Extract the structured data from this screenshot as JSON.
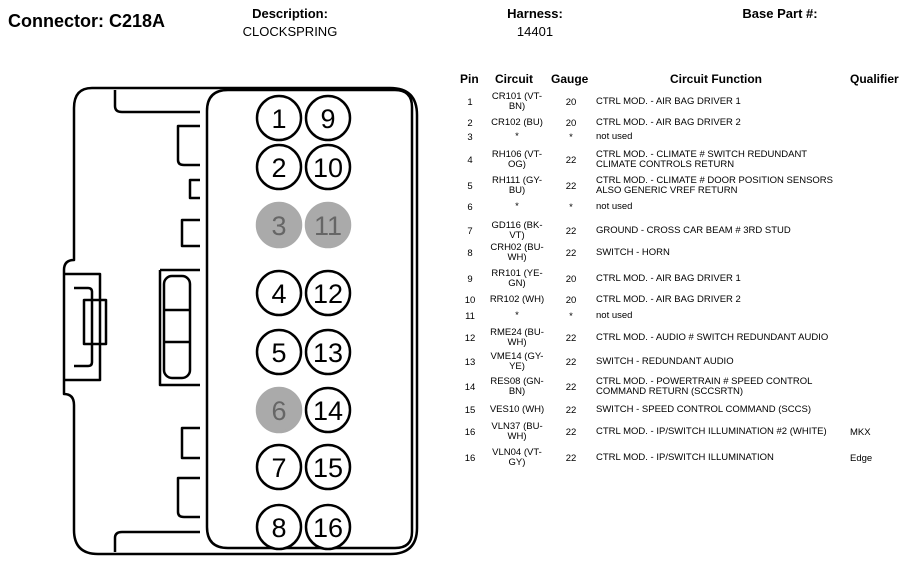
{
  "connector": {
    "title": "Connector: C218A"
  },
  "header": {
    "description_label": "Description:",
    "description_value": "CLOCKSPRING",
    "harness_label": "Harness:",
    "harness_value": "14401",
    "base_part_label": "Base Part #:",
    "base_part_value": ""
  },
  "table": {
    "headers": {
      "pin": "Pin",
      "circuit": "Circuit",
      "gauge": "Gauge",
      "function": "Circuit Function",
      "qualifier": "Qualifier"
    },
    "rows": [
      {
        "pin": "1",
        "circuit": "CR101 (VT-BN)",
        "gauge": "20",
        "function": "CTRL MOD. - AIR BAG DRIVER 1",
        "qualifier": ""
      },
      {
        "pin": "2",
        "circuit": "CR102 (BU)",
        "gauge": "20",
        "function": "CTRL MOD. - AIR BAG DRIVER 2",
        "qualifier": ""
      },
      {
        "pin": "3",
        "circuit": "*",
        "gauge": "*",
        "function": "not used",
        "qualifier": ""
      },
      {
        "pin": "4",
        "circuit": "RH106 (VT-OG)",
        "gauge": "22",
        "function": "CTRL MOD. - CLIMATE # SWITCH REDUNDANT CLIMATE CONTROLS RETURN",
        "qualifier": ""
      },
      {
        "pin": "5",
        "circuit": "RH111 (GY-BU)",
        "gauge": "22",
        "function": "CTRL MOD. - CLIMATE # DOOR POSITION SENSORS ALSO GENERIC VREF RETURN",
        "qualifier": ""
      },
      {
        "pin": "6",
        "circuit": "*",
        "gauge": "*",
        "function": "not used",
        "qualifier": ""
      },
      {
        "pin": "7",
        "circuit": "GD116 (BK-VT)",
        "gauge": "22",
        "function": "GROUND - CROSS CAR BEAM # 3RD STUD",
        "qualifier": ""
      },
      {
        "pin": "8",
        "circuit": "CRH02 (BU-WH)",
        "gauge": "22",
        "function": "SWITCH - HORN",
        "qualifier": ""
      },
      {
        "pin": "9",
        "circuit": "RR101 (YE-GN)",
        "gauge": "20",
        "function": "CTRL MOD. - AIR BAG DRIVER 1",
        "qualifier": ""
      },
      {
        "pin": "10",
        "circuit": "RR102 (WH)",
        "gauge": "20",
        "function": "CTRL MOD. - AIR BAG DRIVER 2",
        "qualifier": ""
      },
      {
        "pin": "11",
        "circuit": "*",
        "gauge": "*",
        "function": "not used",
        "qualifier": ""
      },
      {
        "pin": "12",
        "circuit": "RME24 (BU-WH)",
        "gauge": "22",
        "function": "CTRL MOD. - AUDIO # SWITCH REDUNDANT AUDIO",
        "qualifier": ""
      },
      {
        "pin": "13",
        "circuit": "VME14 (GY-YE)",
        "gauge": "22",
        "function": "SWITCH - REDUNDANT AUDIO",
        "qualifier": ""
      },
      {
        "pin": "14",
        "circuit": "RES08 (GN-BN)",
        "gauge": "22",
        "function": "CTRL MOD. - POWERTRAIN # SPEED CONTROL COMMAND RETURN (SCCSRTN)",
        "qualifier": ""
      },
      {
        "pin": "15",
        "circuit": "VES10 (WH)",
        "gauge": "22",
        "function": "SWITCH - SPEED CONTROL COMMAND (SCCS)",
        "qualifier": ""
      },
      {
        "pin": "16",
        "circuit": "VLN37 (BU-WH)",
        "gauge": "22",
        "function": "CTRL MOD. - IP/SWITCH ILLUMINATION #2 (WHITE)",
        "qualifier": "MKX"
      },
      {
        "pin": "16",
        "circuit": "VLN04 (VT-GY)",
        "gauge": "22",
        "function": "CTRL MOD. - IP/SWITCH ILLUMINATION",
        "qualifier": "Edge"
      }
    ]
  },
  "diagram": {
    "left_pins": [
      {
        "label": "1",
        "used": true
      },
      {
        "label": "2",
        "used": true
      },
      {
        "label": "3",
        "used": false
      },
      {
        "label": "4",
        "used": true
      },
      {
        "label": "5",
        "used": true
      },
      {
        "label": "6",
        "used": false
      },
      {
        "label": "7",
        "used": true
      },
      {
        "label": "8",
        "used": true
      }
    ],
    "right_pins": [
      {
        "label": "9",
        "used": true
      },
      {
        "label": "10",
        "used": true
      },
      {
        "label": "11",
        "used": false
      },
      {
        "label": "12",
        "used": true
      },
      {
        "label": "13",
        "used": true
      },
      {
        "label": "14",
        "used": true
      },
      {
        "label": "15",
        "used": true
      },
      {
        "label": "16",
        "used": true
      }
    ],
    "colors": {
      "unused_fill": "#aaaaaa",
      "unused_text": "#666666",
      "outline": "#000000"
    }
  }
}
